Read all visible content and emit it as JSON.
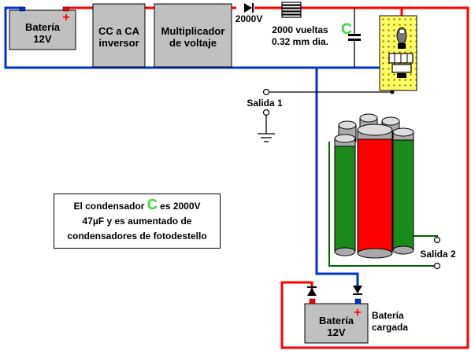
{
  "battery_top": {
    "line1": "Batería",
    "line2": "12V",
    "plus": "+"
  },
  "inverter": {
    "line1": "CC a CA",
    "line2": "inversor"
  },
  "multiplier": {
    "line1": "Multiplicador",
    "line2": "de voltaje"
  },
  "diode_label": "2000V",
  "coil": {
    "line1": "2000 vueltas",
    "line2": "0.32 mm dia."
  },
  "capacitor_label": "C",
  "output1_label": "Salida 1",
  "output2_label": "Salida 2",
  "battery_bottom": {
    "line1": "Batería",
    "line2": "12V",
    "plus": "+"
  },
  "charged_battery_label": {
    "line1": "Batería",
    "line2": "cargada"
  },
  "note": {
    "line1_a": "El condensador",
    "c_letter": "C",
    "line1_b": "es 2000V",
    "line2": "47µF  y es  aumentado  de",
    "line3": "condensadores de fotodestello"
  },
  "colors": {
    "red_wire": "#ff0000",
    "blue_wire": "#0033cc",
    "green_wire": "#006600",
    "box_fill": "#c0c0c0",
    "capacitor_letter": "#33dd33",
    "pcb": "#ffff66"
  }
}
